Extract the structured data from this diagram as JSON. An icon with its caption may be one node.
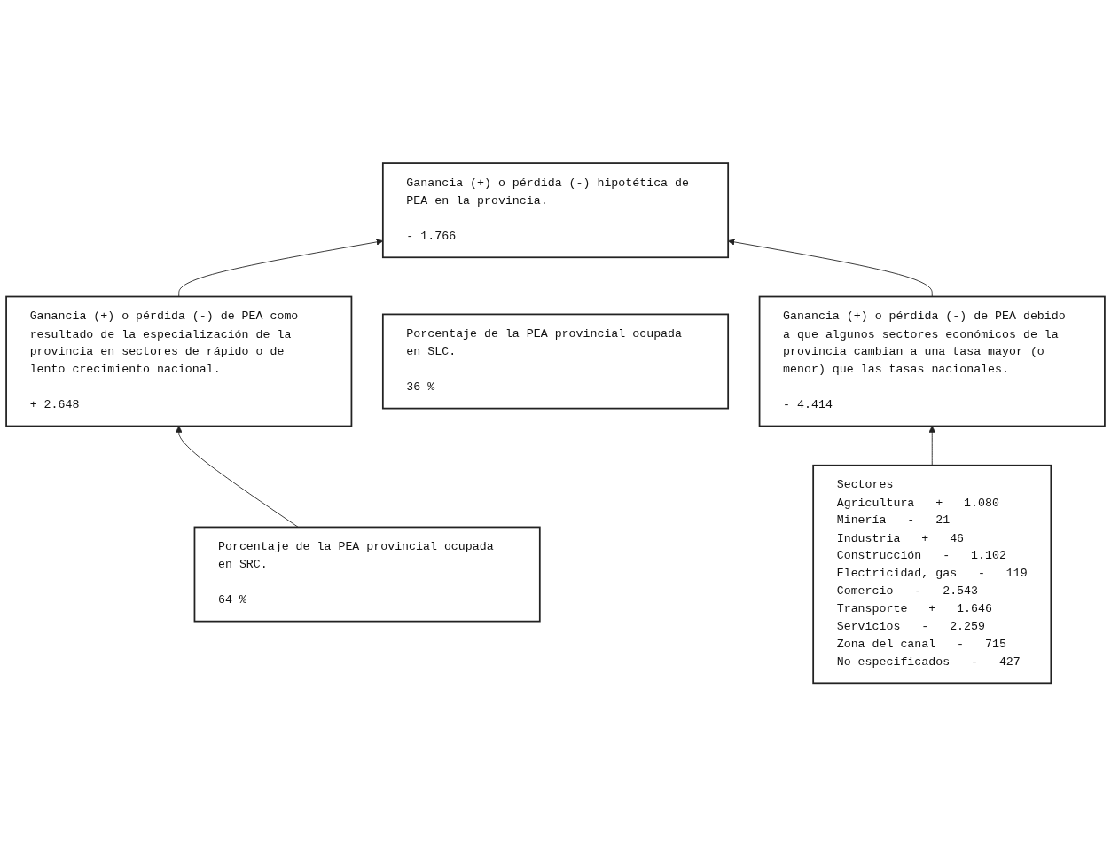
{
  "diagram": {
    "nodes": [
      {
        "text": [
          "Ganancia (+) o pérdida (-) hipotética de PEA en la provincia.",
          "- 1.766"
        ]
      },
      {
        "text": [
          "Ganancia (+) o pérdida (-) de PEA como resultado de la especialización de la provincia en sectores de rápido o de lento crecimiento nacional.",
          "+ 2.648"
        ]
      },
      {
        "text": [
          "Ganancia (+) o pérdida (-) de PEA debido a que algunos sectores económicos de la provincia cambian a una tasa mayor (o menor) que las tasas nacionales.",
          "- 4.414"
        ]
      },
      {
        "text": [
          "Porcentaje de la PEA provincial ocupada en SRC.",
          "64 %"
        ]
      },
      {
        "text": [
          "Porcentaje de la PEA provincial ocupada en SLC.",
          "36 %"
        ]
      },
      {
        "text": [
          "Sectores",
          "Agricultura",
          "+",
          "1.080",
          "Minería",
          "-",
          "21",
          "Industria",
          "+",
          "46",
          "Construcción",
          "-",
          "1.102",
          "Electricidad, gas",
          "-",
          "119",
          "Comercio",
          "-",
          "2.543",
          "Transporte",
          "+",
          "1.646",
          "Servicios",
          "-",
          "2.259",
          "Zona del canal",
          "-",
          "715",
          "No especificados",
          "-",
          "427"
        ]
      }
    ],
    "edges": [
      {
        "from": 1,
        "to": 0,
        "arrow": "to"
      },
      {
        "from": 2,
        "to": 0,
        "arrow": "to"
      },
      {
        "from": 3,
        "to": 1,
        "arrow": "to"
      },
      {
        "from": 5,
        "to": 2,
        "arrow": "to"
      }
    ]
  }
}
